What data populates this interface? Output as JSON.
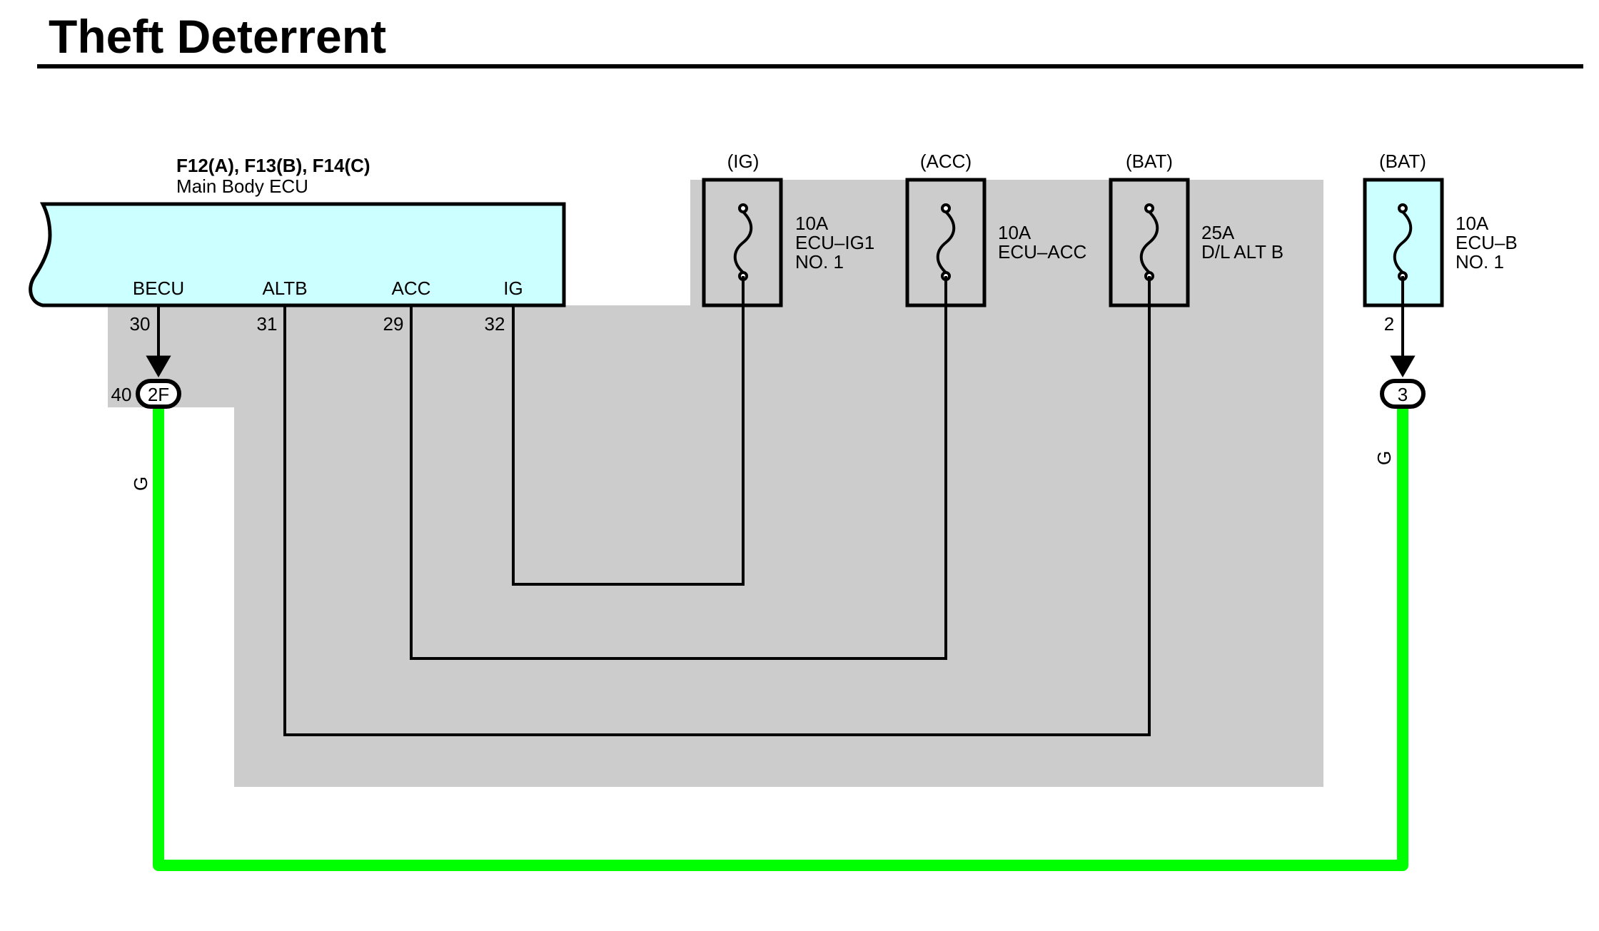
{
  "title": "Theft Deterrent",
  "ecu": {
    "connectors": "F12(A), F13(B), F14(C)",
    "name": "Main Body ECU",
    "pins": [
      {
        "label": "BECU",
        "number": "30"
      },
      {
        "label": "ALTB",
        "number": "31"
      },
      {
        "label": "ACC",
        "number": "29"
      },
      {
        "label": "IG",
        "number": "32"
      }
    ]
  },
  "fuses": [
    {
      "source": "(IG)",
      "rating": "10A",
      "name": "ECU–IG1",
      "name2": "NO. 1"
    },
    {
      "source": "(ACC)",
      "rating": "10A",
      "name": "ECU–ACC",
      "name2": ""
    },
    {
      "source": "(BAT)",
      "rating": "25A",
      "name": "D/L ALT B",
      "name2": ""
    },
    {
      "source": "(BAT)",
      "rating": "10A",
      "name": "ECU–B",
      "name2": "NO. 1"
    }
  ],
  "junctions": [
    {
      "pin": "40",
      "id": "2F"
    },
    {
      "pin": "2",
      "id": "3"
    }
  ],
  "wire_colors": [
    {
      "code": "G",
      "hex": "#00ff00"
    },
    {
      "code": "G",
      "hex": "#00ff00"
    }
  ],
  "colors": {
    "shading": "#cccccc",
    "ecu_fill": "#ccffff",
    "fuse_fill_shaded": "#cccccc",
    "fuse_fill_light": "#ccffff",
    "wire_green": "#00ff00"
  }
}
